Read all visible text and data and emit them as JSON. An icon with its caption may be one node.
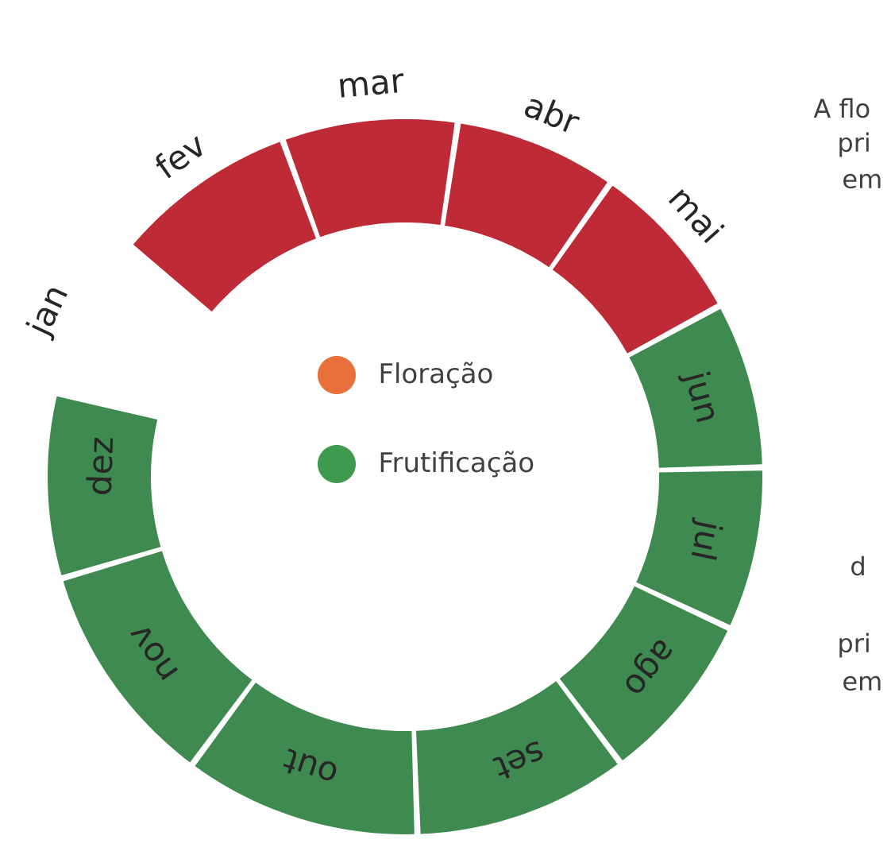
{
  "diagram": {
    "labels": [
      "jan",
      "fev",
      "mar",
      "abr",
      "mai",
      "jun",
      "jul",
      "ago",
      "set",
      "out",
      "nov",
      "dez",
      "A flo",
      "pri",
      "em",
      "d",
      "pri",
      "em"
    ],
    "legend": [
      {
        "text": "Floração",
        "color": "#e8703a"
      },
      {
        "text": "Frutificação",
        "color": "#3e9a4e"
      }
    ]
  }
}
